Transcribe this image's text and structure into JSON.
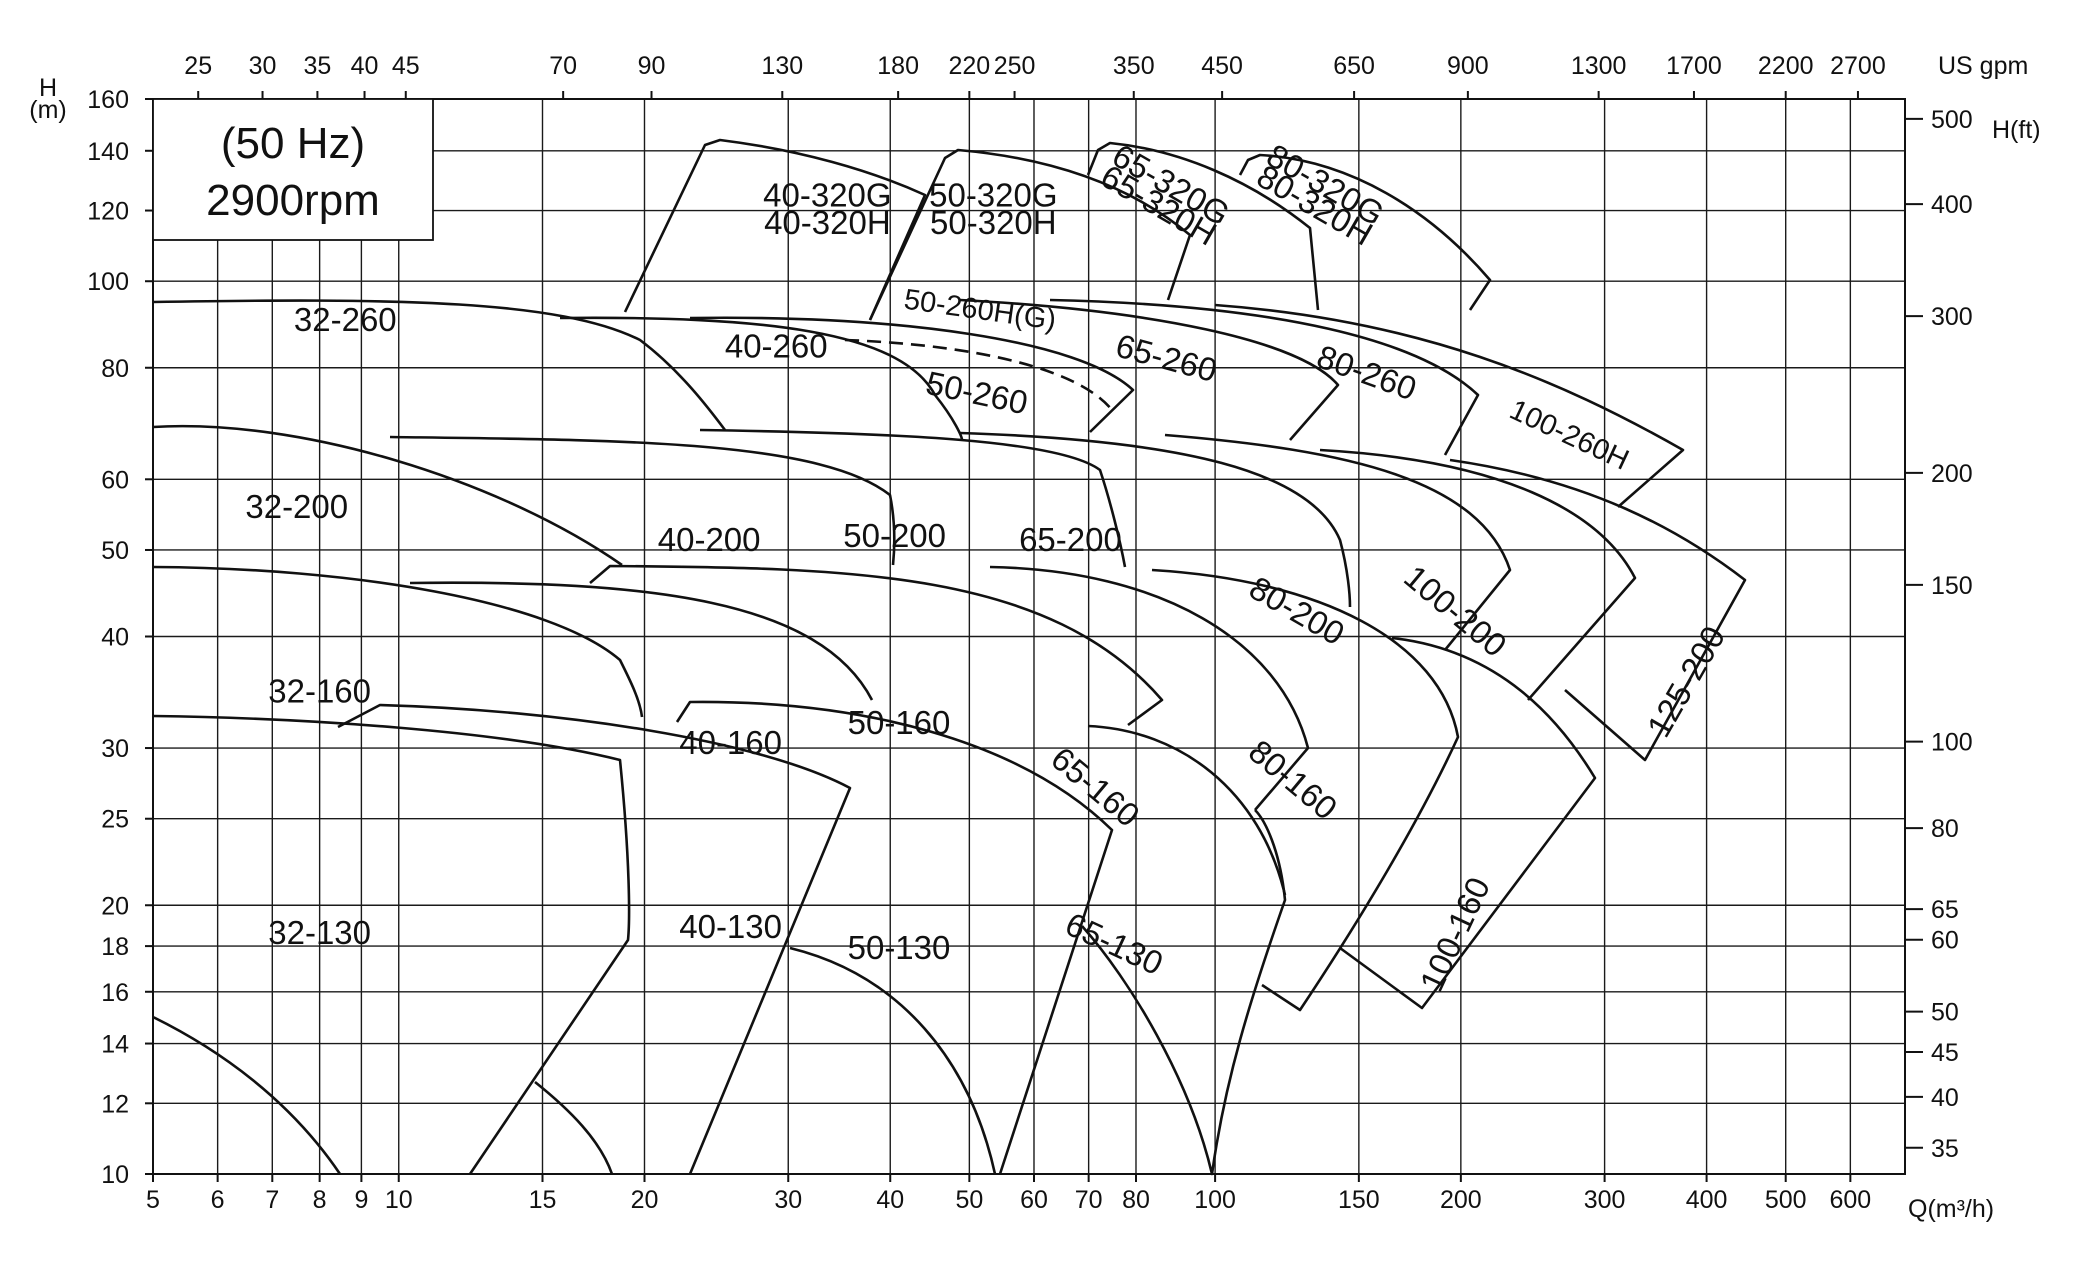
{
  "chart_data": {
    "type": "area",
    "title_lines": [
      "(50 Hz)",
      "2900rpm"
    ],
    "x_label": "Q(m³/h)",
    "y_label_line1": "H",
    "y_label_line2": "(m)",
    "top_axis_label": "US gpm",
    "right_axis_label": "H(ft)",
    "x_scale": "log",
    "y_scale": "log",
    "xlim": [
      5,
      700
    ],
    "ylim": [
      10,
      160
    ],
    "grid": true,
    "x_ticks": [
      {
        "v": 5,
        "label": "5"
      },
      {
        "v": 6,
        "label": "6"
      },
      {
        "v": 7,
        "label": "7"
      },
      {
        "v": 8,
        "label": "8"
      },
      {
        "v": 9,
        "label": "9"
      },
      {
        "v": 10,
        "label": "10"
      },
      {
        "v": 15,
        "label": "15"
      },
      {
        "v": 20,
        "label": "20"
      },
      {
        "v": 30,
        "label": "30"
      },
      {
        "v": 40,
        "label": "40"
      },
      {
        "v": 50,
        "label": "50"
      },
      {
        "v": 60,
        "label": "60"
      },
      {
        "v": 70,
        "label": "70"
      },
      {
        "v": 80,
        "label": "80"
      },
      {
        "v": 100,
        "label": "100"
      },
      {
        "v": 150,
        "label": "150"
      },
      {
        "v": 200,
        "label": "200"
      },
      {
        "v": 300,
        "label": "300"
      },
      {
        "v": 400,
        "label": "400"
      },
      {
        "v": 500,
        "label": "500"
      },
      {
        "v": 600,
        "label": "600"
      }
    ],
    "y_ticks": [
      {
        "v": 10,
        "label": "10"
      },
      {
        "v": 12,
        "label": "12"
      },
      {
        "v": 14,
        "label": "14"
      },
      {
        "v": 16,
        "label": "16"
      },
      {
        "v": 18,
        "label": "18"
      },
      {
        "v": 20,
        "label": "20"
      },
      {
        "v": 25,
        "label": "25"
      },
      {
        "v": 30,
        "label": "30"
      },
      {
        "v": 40,
        "label": "40"
      },
      {
        "v": 50,
        "label": "50"
      },
      {
        "v": 60,
        "label": "60"
      },
      {
        "v": 80,
        "label": "80"
      },
      {
        "v": 100,
        "label": "100"
      },
      {
        "v": 120,
        "label": "120"
      },
      {
        "v": 140,
        "label": "140"
      },
      {
        "v": 160,
        "label": "160"
      }
    ],
    "top_ticks": [
      {
        "q": 5.68,
        "label": "25"
      },
      {
        "q": 6.81,
        "label": "30"
      },
      {
        "q": 7.95,
        "label": "35"
      },
      {
        "q": 9.08,
        "label": "40"
      },
      {
        "q": 10.2,
        "label": "45"
      },
      {
        "q": 15.9,
        "label": "70"
      },
      {
        "q": 20.4,
        "label": "90"
      },
      {
        "q": 29.5,
        "label": "130"
      },
      {
        "q": 40.9,
        "label": "180"
      },
      {
        "q": 50,
        "label": "220"
      },
      {
        "q": 56.8,
        "label": "250"
      },
      {
        "q": 79.5,
        "label": "350"
      },
      {
        "q": 102,
        "label": "450"
      },
      {
        "q": 148,
        "label": "650"
      },
      {
        "q": 204,
        "label": "900"
      },
      {
        "q": 295,
        "label": "1300"
      },
      {
        "q": 386,
        "label": "1700"
      },
      {
        "q": 500,
        "label": "2200"
      },
      {
        "q": 613,
        "label": "2700"
      }
    ],
    "right_ticks": [
      {
        "h": 10.7,
        "label": "35"
      },
      {
        "h": 12.2,
        "label": "40"
      },
      {
        "h": 13.7,
        "label": "45"
      },
      {
        "h": 15.2,
        "label": "50"
      },
      {
        "h": 18.3,
        "label": "60"
      },
      {
        "h": 19.8,
        "label": "65"
      },
      {
        "h": 24.4,
        "label": "80"
      },
      {
        "h": 30.5,
        "label": "100"
      },
      {
        "h": 45.7,
        "label": "150"
      },
      {
        "h": 61,
        "label": "200"
      },
      {
        "h": 91.4,
        "label": "300"
      },
      {
        "h": 122,
        "label": "400"
      },
      {
        "h": 152,
        "label": "500"
      }
    ],
    "series": [
      {
        "name": "32-130",
        "q": 8.0,
        "h": 18.5,
        "rot": 0
      },
      {
        "name": "40-130",
        "q": 25.5,
        "h": 18.8,
        "rot": 0
      },
      {
        "name": "50-130",
        "q": 41.0,
        "h": 17.8,
        "rot": 0
      },
      {
        "name": "65-130",
        "q": 75.0,
        "h": 18.0,
        "rot": 25
      },
      {
        "name": "32-160",
        "q": 8.0,
        "h": 34.5,
        "rot": 0
      },
      {
        "name": "40-160",
        "q": 25.5,
        "h": 30.2,
        "rot": 0
      },
      {
        "name": "50-160",
        "q": 41.0,
        "h": 31.8,
        "rot": 0
      },
      {
        "name": "65-160",
        "q": 71.0,
        "h": 27.0,
        "rot": 40
      },
      {
        "name": "80-160",
        "q": 124.0,
        "h": 27.5,
        "rot": 40
      },
      {
        "name": "100-160",
        "q": 198.0,
        "h": 18.5,
        "rot": -65
      },
      {
        "name": "32-200",
        "q": 7.5,
        "h": 55.5,
        "rot": 0
      },
      {
        "name": "40-200",
        "q": 24.0,
        "h": 51.0,
        "rot": 0
      },
      {
        "name": "50-200",
        "q": 40.5,
        "h": 51.5,
        "rot": 0
      },
      {
        "name": "65-200",
        "q": 66.5,
        "h": 51.0,
        "rot": 0
      },
      {
        "name": "80-200",
        "q": 125.5,
        "h": 42.5,
        "rot": 30
      },
      {
        "name": "100-200",
        "q": 196.0,
        "h": 42.5,
        "rot": 40
      },
      {
        "name": "125-200",
        "q": 380.0,
        "h": 35.5,
        "rot": -60
      },
      {
        "name": "32-260",
        "q": 8.6,
        "h": 90.0,
        "rot": 0
      },
      {
        "name": "40-260",
        "q": 29.0,
        "h": 84.0,
        "rot": 0
      },
      {
        "name": "50-260",
        "q": 51.0,
        "h": 74.5,
        "rot": 12
      },
      {
        "name": "50-260H(G)",
        "q": 51.5,
        "h": 92.5,
        "rot": 8
      },
      {
        "name": "65-260",
        "q": 87.0,
        "h": 81.5,
        "rot": 15
      },
      {
        "name": "80-260",
        "q": 153.0,
        "h": 78.5,
        "rot": 20
      },
      {
        "name": "100-260H",
        "q": 271.0,
        "h": 67.0,
        "rot": 25
      },
      {
        "name": "40-320G",
        "q": 33.5,
        "h": 124.0,
        "rot": 0
      },
      {
        "name": "40-320H",
        "q": 33.5,
        "h": 115.5,
        "rot": 0
      },
      {
        "name": "50-320G",
        "q": 53.5,
        "h": 124.0,
        "rot": 0
      },
      {
        "name": "50-320H",
        "q": 53.5,
        "h": 115.5,
        "rot": 0
      },
      {
        "name": "65-320G",
        "q": 88.0,
        "h": 127.5,
        "rot": 30
      },
      {
        "name": "65-320H",
        "q": 85.0,
        "h": 121.0,
        "rot": 30
      },
      {
        "name": "80-320G",
        "q": 136.0,
        "h": 127.5,
        "rot": 30
      },
      {
        "name": "80-320H",
        "q": 132.0,
        "h": 121.0,
        "rot": 30
      }
    ]
  }
}
